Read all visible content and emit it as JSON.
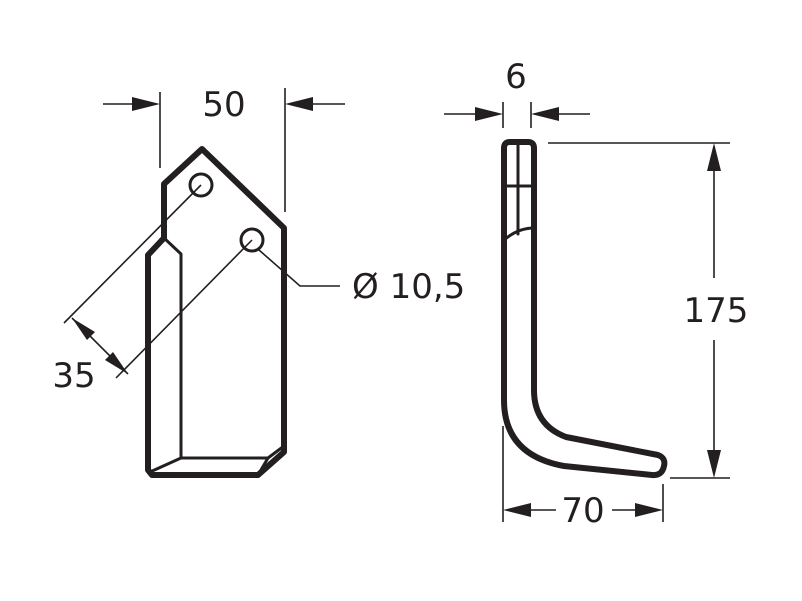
{
  "diagram": {
    "line_color": "#231f20",
    "background": "#ffffff",
    "front_view": {
      "width_label": "50",
      "hole_spacing_label": "35",
      "hole_diameter_label": "Ø 10,5"
    },
    "side_view": {
      "thickness_label": "6",
      "height_label": "175",
      "length_label": "70"
    }
  }
}
